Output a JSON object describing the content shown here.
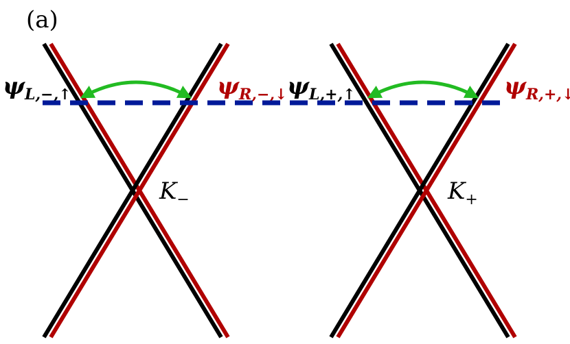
{
  "panel_label": "(a)",
  "colors": {
    "black_band": "#000000",
    "red_band": "#b00000",
    "fermi_level": "#001a99",
    "scattering_arrow": "#22bb22",
    "label_black": "#000000",
    "label_red": "#b00000"
  },
  "valleys": [
    {
      "label_base": "K",
      "label_sub": "−",
      "left_state": {
        "base": "ψ",
        "sub": "L,−,↑"
      },
      "right_state": {
        "base": "ψ",
        "sub": "R,−,↓"
      }
    },
    {
      "label_base": "K",
      "label_sub": "+",
      "left_state": {
        "base": "ψ",
        "sub": "L,+,↑"
      },
      "right_state": {
        "base": "ψ",
        "sub": "R,+,↓"
      }
    }
  ]
}
